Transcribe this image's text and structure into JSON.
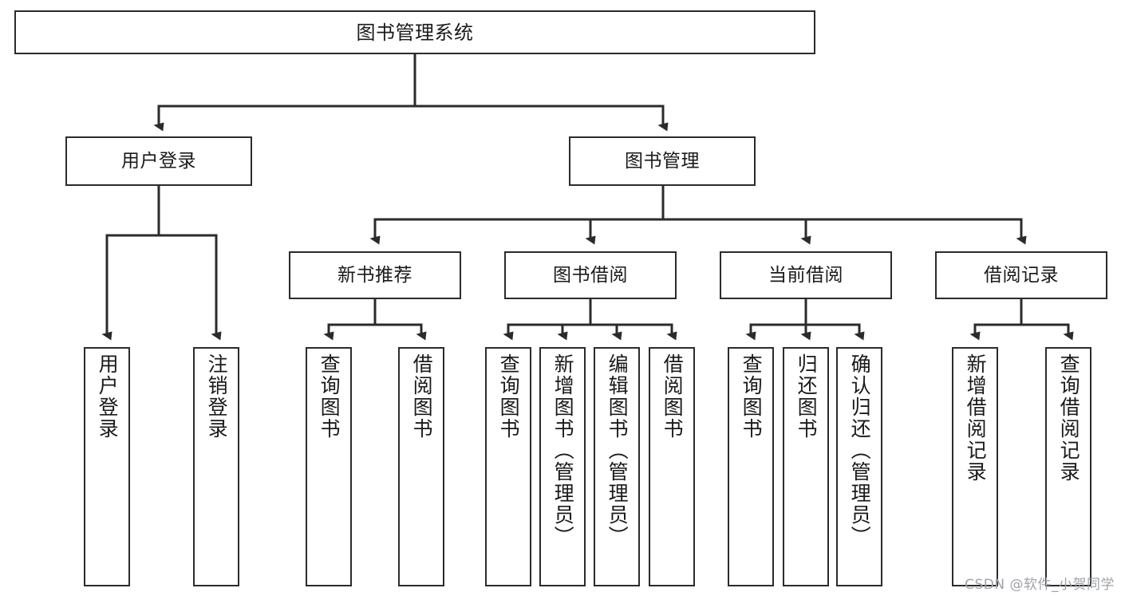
{
  "diagram": {
    "title": "图书管理系统",
    "type": "tree",
    "watermark": "CSDN @软件_小贺同学",
    "colors": {
      "border": "#2b2b2b",
      "fill": "#ffffff",
      "line": "#2b2b2b",
      "text": "#1a1a1a",
      "watermark": "#9fa2a7"
    },
    "levels": {
      "root": "图书管理系统",
      "level2": [
        "用户登录",
        "图书管理"
      ],
      "level3": [
        "新书推荐",
        "图书借阅",
        "当前借阅",
        "借阅记录"
      ]
    },
    "nodes": {
      "root": {
        "label": "图书管理系统"
      },
      "user_login": {
        "label": "用户登录"
      },
      "book_manage": {
        "label": "图书管理"
      },
      "new_book_rec": {
        "label": "新书推荐"
      },
      "book_borrow": {
        "label": "图书借阅"
      },
      "current_borrow": {
        "label": "当前借阅"
      },
      "borrow_record": {
        "label": "借阅记录"
      },
      "leaf_user_login": {
        "label": "用户登录"
      },
      "leaf_logout": {
        "label": "注销登录"
      },
      "leaf_query_book_1": {
        "label": "查询图书"
      },
      "leaf_borrow_book_1": {
        "label": "借阅图书"
      },
      "leaf_query_book_2": {
        "label": "查询图书"
      },
      "leaf_add_book": {
        "label": "新增图书（管理员）"
      },
      "leaf_edit_book": {
        "label": "编辑图书（管理员）"
      },
      "leaf_borrow_book_2": {
        "label": "借阅图书"
      },
      "leaf_query_book_3": {
        "label": "查询图书"
      },
      "leaf_return_book": {
        "label": "归还图书"
      },
      "leaf_confirm_return": {
        "label": "确认归还（管理员）"
      },
      "leaf_add_record": {
        "label": "新增借阅记录"
      },
      "leaf_query_record": {
        "label": "查询借阅记录"
      }
    },
    "edges": [
      {
        "from": "root",
        "to": "user_login"
      },
      {
        "from": "root",
        "to": "book_manage"
      },
      {
        "from": "user_login",
        "to": "leaf_user_login"
      },
      {
        "from": "user_login",
        "to": "leaf_logout"
      },
      {
        "from": "book_manage",
        "to": "new_book_rec"
      },
      {
        "from": "book_manage",
        "to": "book_borrow"
      },
      {
        "from": "book_manage",
        "to": "current_borrow"
      },
      {
        "from": "book_manage",
        "to": "borrow_record"
      },
      {
        "from": "new_book_rec",
        "to": "leaf_query_book_1"
      },
      {
        "from": "new_book_rec",
        "to": "leaf_borrow_book_1"
      },
      {
        "from": "book_borrow",
        "to": "leaf_query_book_2"
      },
      {
        "from": "book_borrow",
        "to": "leaf_add_book"
      },
      {
        "from": "book_borrow",
        "to": "leaf_edit_book"
      },
      {
        "from": "book_borrow",
        "to": "leaf_borrow_book_2"
      },
      {
        "from": "current_borrow",
        "to": "leaf_query_book_3"
      },
      {
        "from": "current_borrow",
        "to": "leaf_return_book"
      },
      {
        "from": "current_borrow",
        "to": "leaf_confirm_return"
      },
      {
        "from": "borrow_record",
        "to": "leaf_add_record"
      },
      {
        "from": "borrow_record",
        "to": "leaf_query_record"
      }
    ]
  }
}
